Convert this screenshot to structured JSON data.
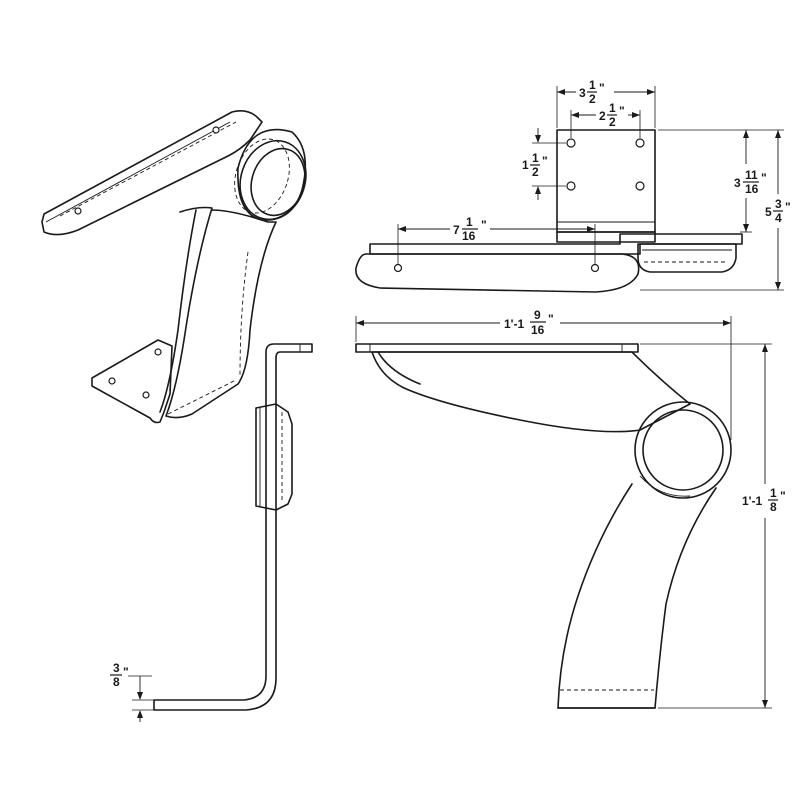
{
  "drawing": {
    "dimensions": {
      "top_width": {
        "whole": "3",
        "num": "1",
        "den": "2",
        "unit": "\""
      },
      "hole_spacing_x": {
        "whole": "2",
        "num": "1",
        "den": "2",
        "unit": "\""
      },
      "hole_spacing_y": {
        "whole": "1",
        "num": "1",
        "den": "2",
        "unit": "\""
      },
      "plate_height": {
        "whole": "3",
        "num": "11",
        "den": "16",
        "unit": "\""
      },
      "total_height": {
        "whole": "5",
        "num": "3",
        "den": "4",
        "unit": "\""
      },
      "arm_holes": {
        "whole": "7",
        "num": "1",
        "den": "16",
        "unit": "\""
      },
      "overall_length": {
        "whole": "1'-1",
        "num": "9",
        "den": "16",
        "unit": "\""
      },
      "overall_height": {
        "whole": "1'-1",
        "num": "1",
        "den": "8",
        "unit": "\""
      },
      "thickness": {
        "whole": "",
        "num": "3",
        "den": "8",
        "unit": "\""
      }
    }
  }
}
